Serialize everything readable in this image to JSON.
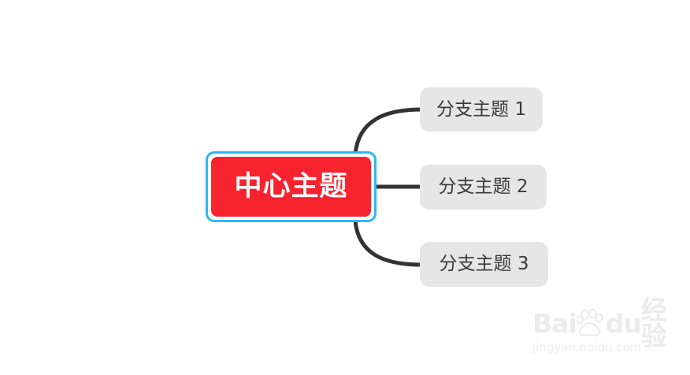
{
  "app": {
    "type": "mind-map-editor",
    "canvas_background": "#ffffff"
  },
  "colors": {
    "central_fill": "#f7232f",
    "central_text": "#ffffff",
    "selection_border": "#2fb7f4",
    "branch_fill": "#e6e6e6",
    "branch_text": "#3a3a3a",
    "connector": "#333333",
    "watermark": "#ebebeb"
  },
  "central": {
    "label": "中心主题",
    "selected": true
  },
  "branches": [
    {
      "label": "分支主题 1"
    },
    {
      "label": "分支主题 2"
    },
    {
      "label": "分支主题 3"
    }
  ],
  "connectors": [
    {
      "from": "central",
      "to": "branch-1",
      "style": "curve"
    },
    {
      "from": "central",
      "to": "branch-2",
      "style": "straight"
    },
    {
      "from": "central",
      "to": "branch-3",
      "style": "curve"
    }
  ],
  "watermark": {
    "brand_first": "Bai",
    "brand_second": "du",
    "brand_cn": "经验",
    "url": "jingyan.baidu.com"
  }
}
